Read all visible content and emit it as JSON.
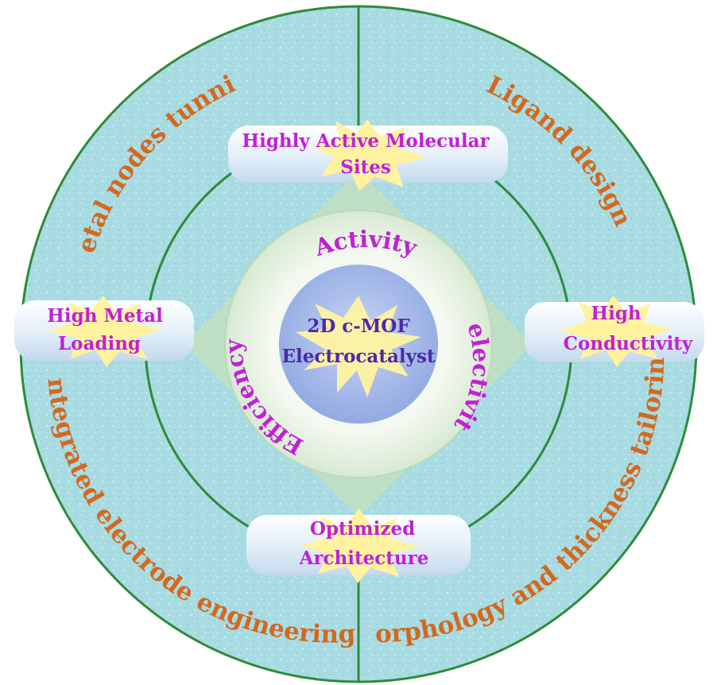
{
  "diagram": {
    "core": {
      "line1": "2D c-MOF",
      "line2": "Electrocatalyst"
    },
    "middle_ring": {
      "top": "Activity",
      "right": "Selectivity",
      "left": "Efficiency"
    },
    "features": {
      "top": {
        "line1": "Highly Active Molecular",
        "line2": "Sites"
      },
      "left": {
        "line1": "High Metal",
        "line2": "Loading"
      },
      "right": {
        "line1": "High",
        "line2": "Conductivity"
      },
      "bottom": {
        "line1": "Optimized",
        "line2": "Architecture"
      }
    },
    "strategies": {
      "top_left": "Metal nodes tunning",
      "top_right": "Ligand design",
      "bottom_left": "Integrated electrode engineering",
      "bottom_right": "Morphology and thickness tailoring"
    },
    "colors": {
      "outer_ring": "#a8dbe2",
      "ring_border": "#2e8b3a",
      "middle_ring": "#dfeedd",
      "core": "#9fb3e8",
      "star": "#fff3a0",
      "strategy_text": "#d2691e",
      "feature_text": "#c21fd8",
      "core_text": "#4b2aa8"
    }
  }
}
